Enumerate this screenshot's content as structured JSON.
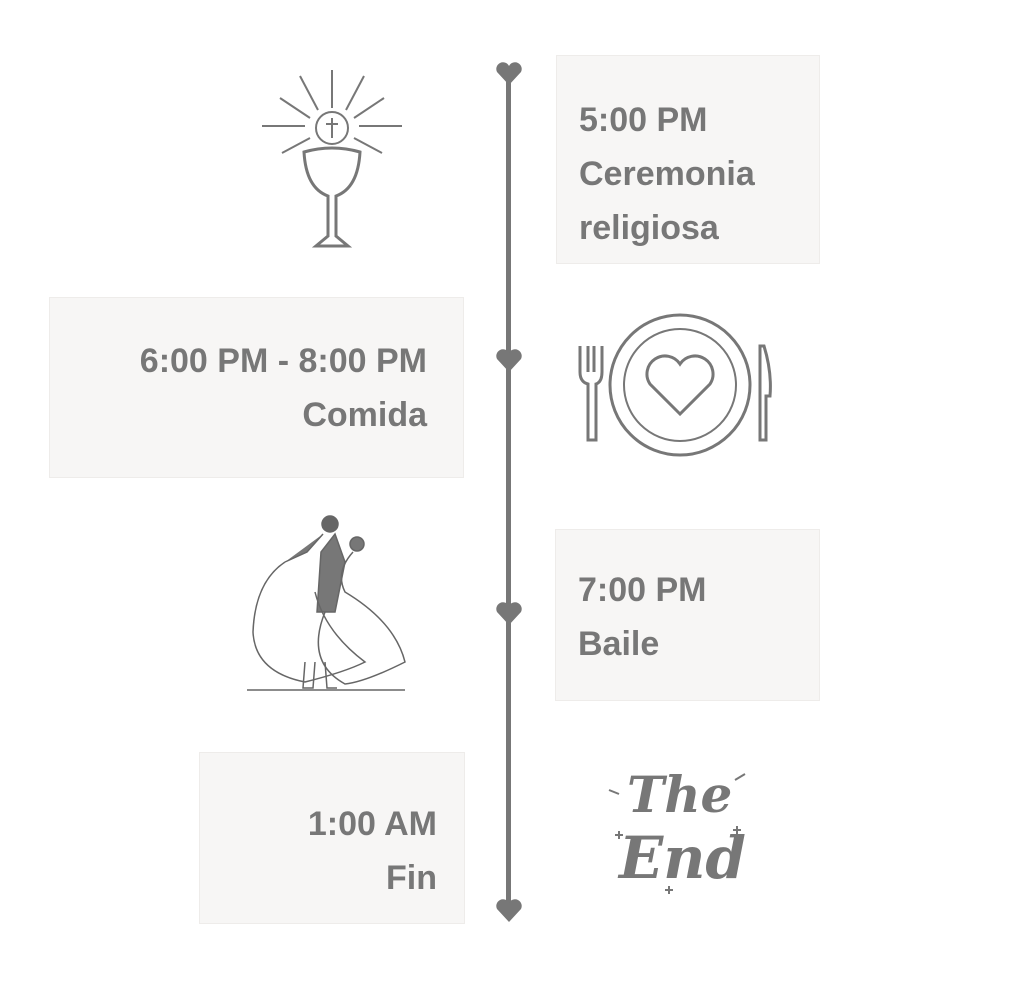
{
  "events": [
    {
      "time": "5:00 PM",
      "title_lines": [
        "Ceremonia",
        "religiosa"
      ],
      "icon": "chalice-icon"
    },
    {
      "time": "6:00 PM - 8:00 PM",
      "title_lines": [
        "Comida"
      ],
      "icon": "plate-heart-icon"
    },
    {
      "time": "7:00 PM",
      "title_lines": [
        "Baile"
      ],
      "icon": "dancing-couple-icon"
    },
    {
      "time": "1:00 AM",
      "title_lines": [
        "Fin"
      ],
      "icon": "the-end-lettering-icon"
    }
  ],
  "the_end_lettering": "The End",
  "colors": {
    "line": "#777777",
    "box_bg": "#f7f6f5",
    "text": "#777777"
  }
}
